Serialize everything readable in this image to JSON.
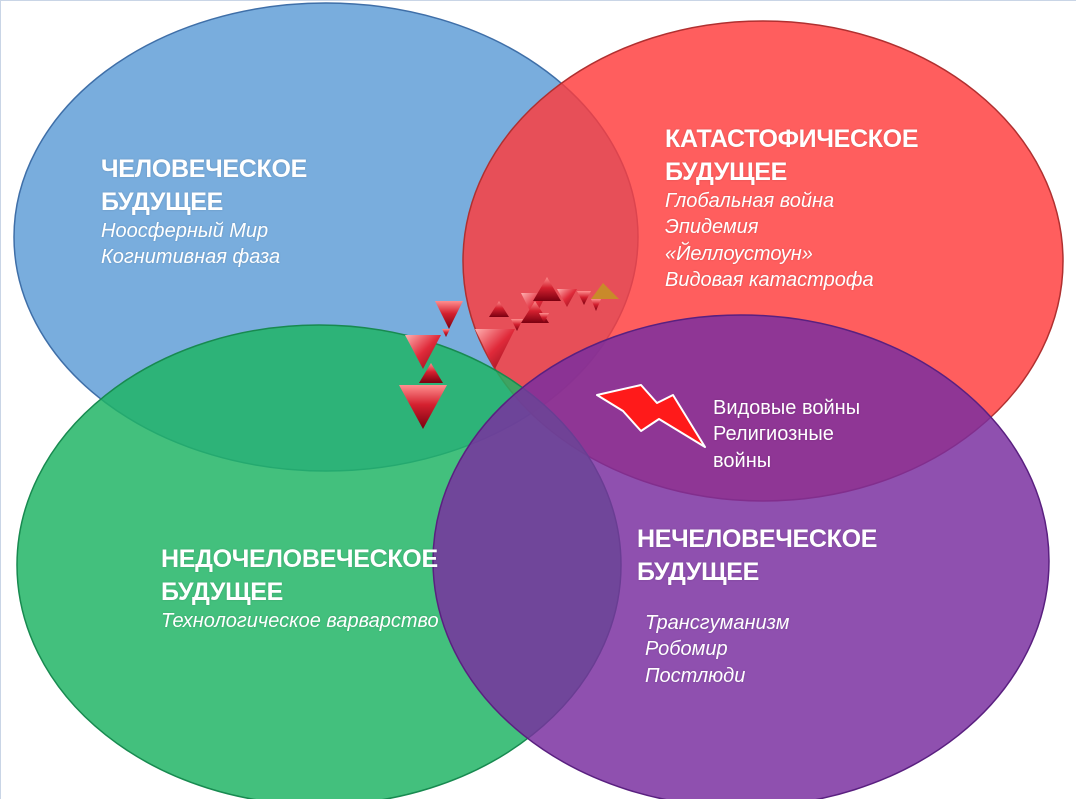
{
  "circles": {
    "human": {
      "title_lines": [
        "ЧЕЛОВЕЧЕСКОЕ",
        "БУДУЩЕЕ"
      ],
      "items": [
        "Ноосферный Мир",
        "Когнитивная фаза"
      ],
      "color": "#5b9bd5"
    },
    "catastrophic": {
      "title_lines": [
        "КАТАСТОФИЧЕСКОЕ",
        "БУДУЩЕЕ"
      ],
      "items": [
        "Глобальная война",
        "Эпидемия",
        "«Йеллоустоун»",
        "Видовая катастрофа"
      ],
      "color": "#ff3b3b"
    },
    "subhuman": {
      "title_lines": [
        "НЕДОЧЕЛОВЕЧЕСКОЕ",
        "БУДУЩЕЕ"
      ],
      "items": [
        "Технологическое варварство"
      ],
      "color": "#1fb464"
    },
    "nonhuman": {
      "title_lines": [
        "НЕЧЕЛОВЕЧЕСКОЕ",
        "БУДУЩЕЕ"
      ],
      "items": [
        "Трансгуманизм",
        "Робомир",
        "Постлюди"
      ],
      "color": "#7a2fa0"
    }
  },
  "conflict": {
    "lines": [
      "Видовые войны",
      "Религиозные",
      "войны"
    ],
    "icon": "lightning-icon"
  },
  "decor": {
    "icon": "crystal-shards-icon"
  }
}
